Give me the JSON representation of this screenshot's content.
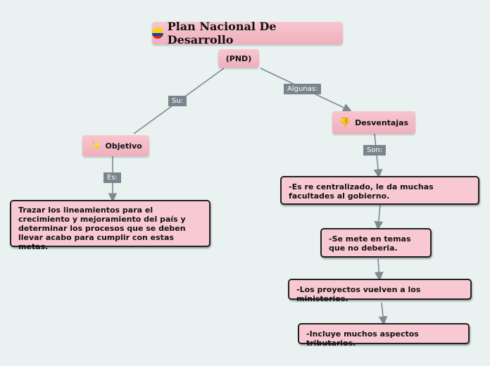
{
  "root": {
    "title": "Plan Nacional De Desarrollo",
    "icon": "colombia-flag-icon"
  },
  "pnd": {
    "label": "(PND)"
  },
  "objetivo": {
    "connector_label": "Su:",
    "label": "Objetivo",
    "icon": "sparkles-icon",
    "detail_connector": "Es:",
    "detail": "Trazar los lineamientos para el crecimiento y mejoramiento del país y determinar los procesos que se deben llevar acabo para cumplir con estas metas."
  },
  "desventajas": {
    "connector_label": "Algunas:",
    "label": "Desventajas",
    "icon": "thumbs-down-icon",
    "detail_connector": "Son:",
    "items": [
      "-Es re centralizado, le da muchas facultades al gobierno.",
      "-Se mete en temas que no deberia.",
      "-Los proyectos vuelven a los ministerios.",
      "-Incluye muchos aspectos tributarios."
    ]
  },
  "colors": {
    "background": "#e9f1f1",
    "node": "#f8c9d2",
    "label": "#78858c",
    "line": "#7d8a90"
  }
}
